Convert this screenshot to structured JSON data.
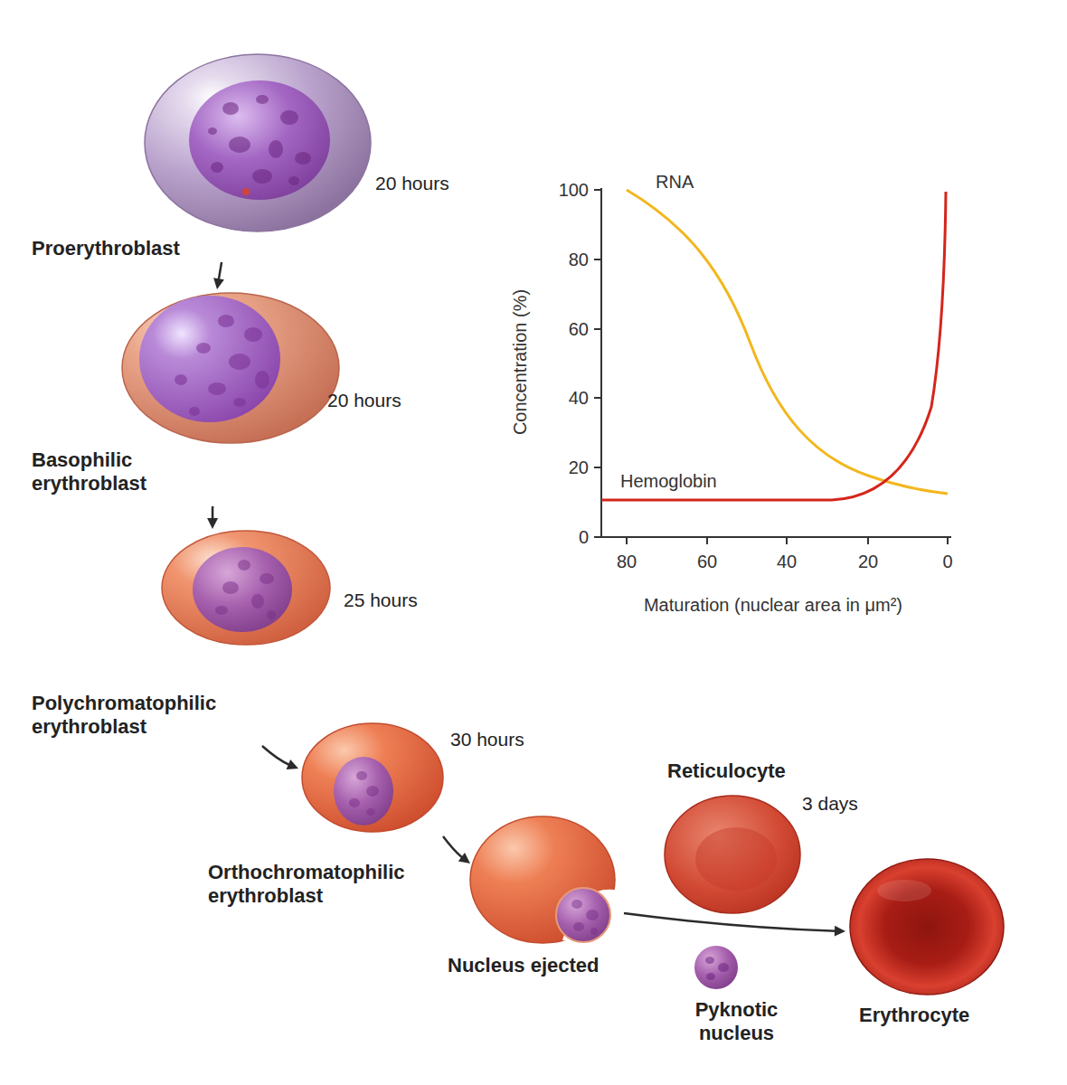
{
  "diagram": {
    "nodes": [
      {
        "text": [
          "Proerythroblast",
          "20 hours"
        ]
      },
      {
        "text": [
          "Basophilic erythroblast",
          "20 hours"
        ]
      },
      {
        "text": [
          "Polychromatophilic erythroblast",
          "25 hours"
        ]
      },
      {
        "text": [
          "Orthochromatophilic erythroblast",
          "30 hours"
        ]
      },
      {
        "text": [
          "Nucleus ejected"
        ]
      },
      {
        "text": [
          "Reticulocyte",
          "3 days"
        ]
      },
      {
        "text": [
          "Pyknotic nucleus"
        ]
      },
      {
        "text": [
          "Erythrocyte"
        ]
      }
    ],
    "edges": [
      {
        "from": 0,
        "to": 1,
        "arrow": "to"
      },
      {
        "from": 1,
        "to": 2,
        "arrow": "to"
      },
      {
        "from": 2,
        "to": 3,
        "arrow": "to"
      },
      {
        "from": 3,
        "to": 4,
        "arrow": "to"
      },
      {
        "from": 4,
        "to": 7,
        "arrow": "to"
      }
    ],
    "labels": [
      "RNA",
      "Hemoglobin",
      "100",
      "80",
      "60",
      "40",
      "20",
      "0",
      "80",
      "60",
      "40",
      "20",
      "0",
      "Concentration (%)",
      "Maturation (nuclear area in μm²)"
    ]
  }
}
